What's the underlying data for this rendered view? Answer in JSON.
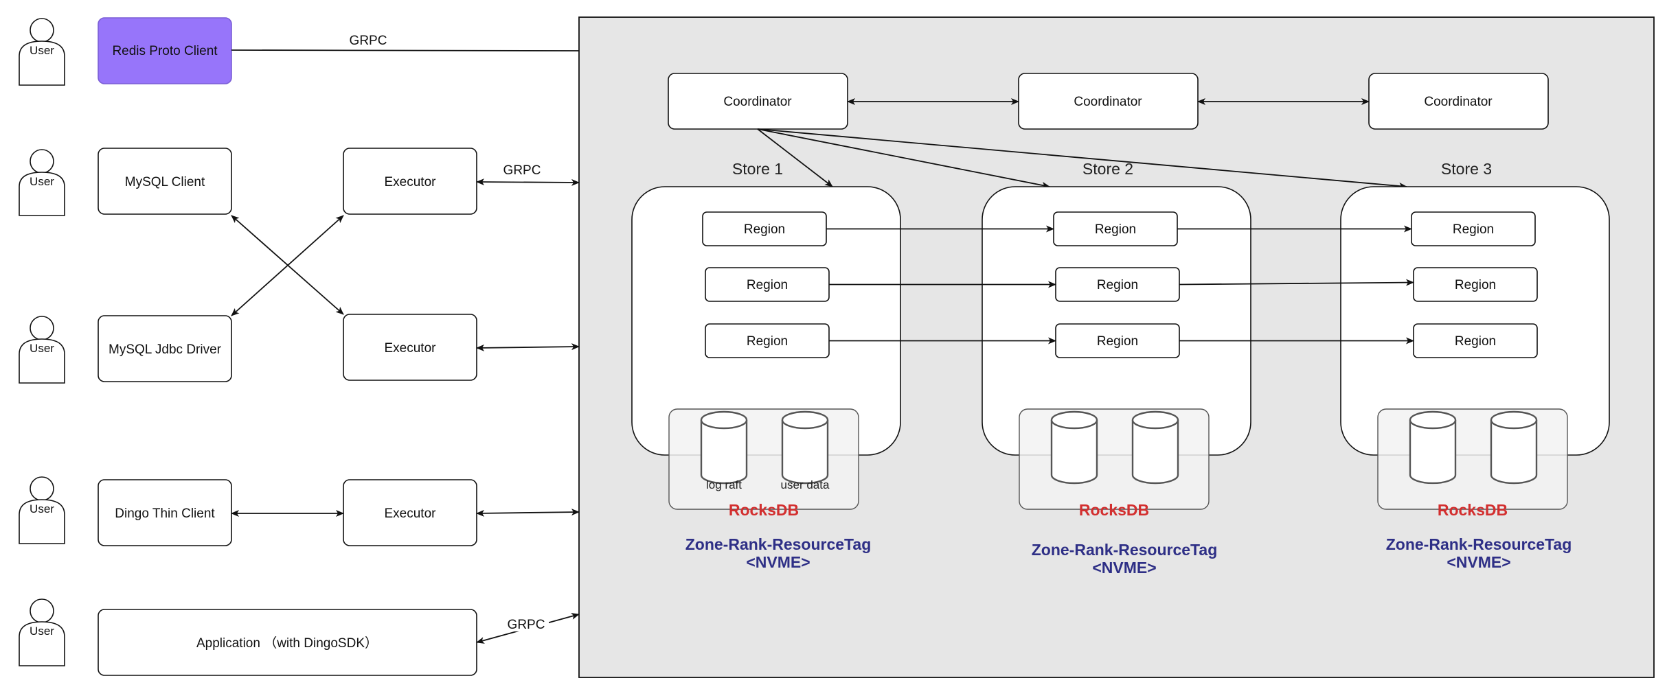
{
  "users": {
    "label": "User"
  },
  "clients": {
    "redis": "Redis Proto Client",
    "mysql_client": "MySQL Client",
    "mysql_jdbc": "MySQL Jdbc Driver",
    "dingo_thin": "Dingo Thin Client",
    "application": "Application （with DingoSDK）"
  },
  "executor_label": "Executor",
  "grpc_label": "GRPC",
  "coordinator_label": "Coordinator",
  "stores": [
    {
      "title": "Store 1",
      "rocksdb": "RocksDB",
      "zone_line1": "Zone-Rank-ResourceTag",
      "zone_line2": "<NVME>",
      "cyl_left": "log raft",
      "cyl_right": "user data"
    },
    {
      "title": "Store 2",
      "rocksdb": "RocksDB",
      "zone_line1": "Zone-Rank-ResourceTag",
      "zone_line2": "<NVME>",
      "cyl_left": "",
      "cyl_right": ""
    },
    {
      "title": "Store 3",
      "rocksdb": "RocksDB",
      "zone_line1": "Zone-Rank-ResourceTag",
      "zone_line2": "<NVME>",
      "cyl_left": "",
      "cyl_right": ""
    }
  ],
  "region_label": "Region",
  "colors": {
    "cluster_bg": "#e6e6e6",
    "redis_fill": "#9775fa",
    "rocksdb_text": "#d32f2f",
    "zone_text": "#2e2f86"
  }
}
